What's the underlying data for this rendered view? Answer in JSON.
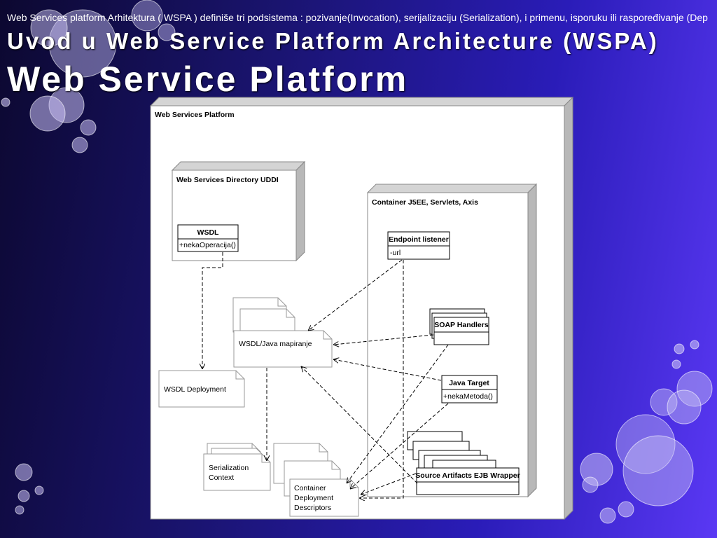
{
  "slide": {
    "intro_text": "Web Services platform Arhitektura ( WSPA ) definiše tri podsistema : pozivanje(Invocation), serijalizaciju (Serialization), i primenu, isporuku ili raspoređivanje (Dep",
    "title_line1": "Uvod u Web Service Platform Architecture (WSPA)",
    "title_line2": "Web Service Platform"
  },
  "diagram": {
    "platform_label": "Web Services Platform",
    "uddi_label": "Web Services Directory UDDI",
    "container_label": "Container J5EE, Servlets, Axis",
    "wsdl_class": {
      "name": "WSDL",
      "member": "+nekaOperacija()"
    },
    "endpoint_class": {
      "name": "Endpoint listener",
      "member": "-url"
    },
    "soap_class": {
      "name": "SOAP Handlers"
    },
    "java_target_class": {
      "name": "Java Target",
      "member": "+nekaMetoda()"
    },
    "source_artifacts_class": {
      "name": "Source Artifacts EJB Wrapper"
    },
    "wsdl_java_mapping": "WSDL/Java mapiranje",
    "wsdl_deployment": "WSDL Deployment",
    "serialization_context": [
      "Serialization",
      "Context"
    ],
    "container_descriptors": [
      "Container",
      "Deployment",
      "Descriptors"
    ]
  }
}
